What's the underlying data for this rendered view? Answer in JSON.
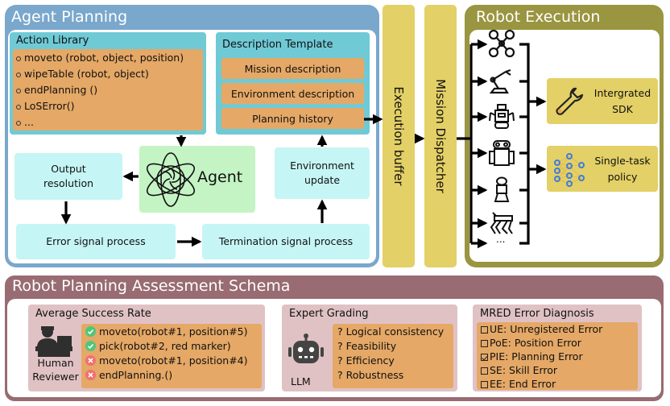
{
  "agent_planning": {
    "title": "Agent Planning",
    "action_library": {
      "title": "Action Library",
      "items": [
        "moveto (robot, object, position)",
        "wipeTable (robot, object)",
        "endPlanning ()",
        "LoSError()",
        "..."
      ]
    },
    "description_template": {
      "title": "Description Template",
      "rows": [
        "Mission description",
        "Environment description",
        "Planning history"
      ]
    },
    "agent_label": "Agent",
    "output_resolution": [
      "Output",
      "resolution"
    ],
    "environment_update": [
      "Environment",
      "update"
    ],
    "error_signal": "Error signal process",
    "termination_signal": "Termination signal process"
  },
  "execution_buffer": "Execution buffer",
  "mission_dispatcher": "Mission Dispatcher",
  "robot_execution": {
    "title": "Robot Execution",
    "robots": [
      "drone-icon",
      "robot-arm-icon",
      "mobile-robot-icon",
      "tracked-robot-icon",
      "humanoid-icon",
      "quadruped-icon"
    ],
    "more": "...",
    "sdk": [
      "Intergrated",
      "SDK"
    ],
    "policy": [
      "Single-task",
      "policy"
    ]
  },
  "assessment": {
    "title": "Robot Planning Assessment Schema",
    "success_rate": {
      "title": "Average Success Rate",
      "reviewer": [
        "Human",
        "Reviewer"
      ],
      "items": [
        {
          "text": "moveto(robot#1, position#5)",
          "status": "success"
        },
        {
          "text": "pick(robot#2, red marker)",
          "status": "success"
        },
        {
          "text": "moveto(robot#1, position#4)",
          "status": "fail"
        },
        {
          "text": "endPlanning.()",
          "status": "fail"
        }
      ]
    },
    "expert_grading": {
      "title": "Expert Grading",
      "grader": "LLM",
      "items": [
        "? Logical consistency",
        "? Feasibility",
        "? Efficiency",
        "? Robustness"
      ]
    },
    "mred": {
      "title": "MRED Error Diagnosis",
      "items": [
        {
          "text": "UE: Unregistered Error",
          "checked": false
        },
        {
          "text": "PoE: Position Error",
          "checked": false
        },
        {
          "text": "PIE: Planning Error",
          "checked": true
        },
        {
          "text": "SE: Skill Error",
          "checked": false
        },
        {
          "text": "EE: End Error",
          "checked": false
        }
      ]
    }
  },
  "colors": {
    "planning": "#7aa7cc",
    "execution": "#9a9540",
    "assessment": "#986c72",
    "cyan": "#6fcad6",
    "orange": "#e5a866",
    "yellow": "#e3d066",
    "agent_green": "#c4f4c4",
    "success": "#4dc77a",
    "fail": "#f07070"
  }
}
